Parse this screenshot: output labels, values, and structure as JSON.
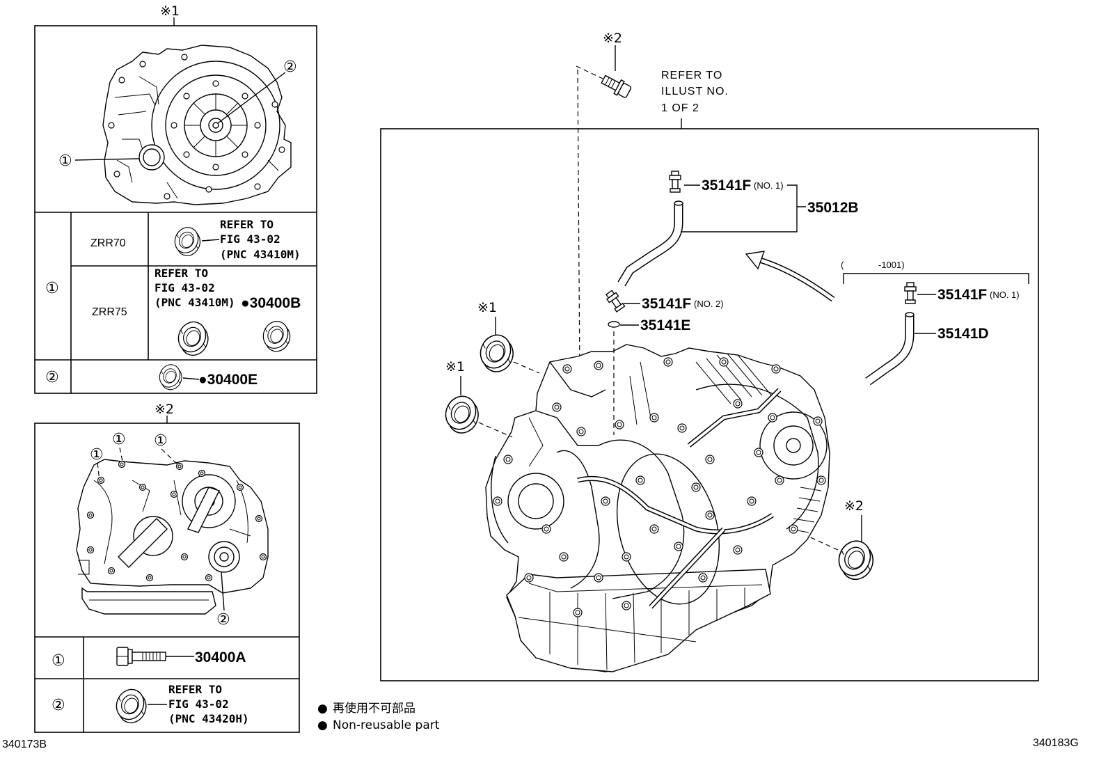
{
  "inset_1": {
    "marker": "※1",
    "callout_seal": "①",
    "callout_shaft": "②",
    "row_1_key": "①",
    "zrr70": {
      "model": "ZRR70",
      "refer": [
        "REFER TO",
        "FIG 43-02",
        "(PNC 43410M)"
      ]
    },
    "zrr75": {
      "model": "ZRR75",
      "refer": [
        "REFER TO",
        "FIG 43-02",
        "(PNC 43410M)"
      ],
      "part": "●30400B"
    },
    "row_2_key": "②",
    "row_2_part": "●30400E"
  },
  "inset_2": {
    "marker": "※2",
    "callouts": [
      "①",
      "①",
      "①",
      "②"
    ],
    "row_1_key": "①",
    "row_1_part": "30400A",
    "row_2_key": "②",
    "row_2_refer": [
      "REFER TO",
      "FIG 43-02",
      "(PNC 43420H)"
    ]
  },
  "main": {
    "bolt_marker": "※2",
    "refer": [
      "REFER TO",
      "ILLUST NO.",
      "1 OF 2"
    ],
    "parts": [
      {
        "number": "35141F",
        "note": "(NO. 1)"
      },
      {
        "number": "35012B"
      },
      {
        "number": "35141F",
        "note": "(NO. 2)"
      },
      {
        "number": "35141E"
      },
      {
        "number": "35141F",
        "note": "(NO. 1)"
      },
      {
        "number": "35141D"
      }
    ],
    "range_open": "(",
    "range_close": "-1001)",
    "seal_markers": [
      "※1",
      "※1",
      "※2"
    ]
  },
  "legend": {
    "bullet": "●",
    "items": [
      "再使用不可部品",
      "Non-reusable part"
    ]
  },
  "figure_ids": {
    "left": "340173B",
    "right": "340183G"
  }
}
